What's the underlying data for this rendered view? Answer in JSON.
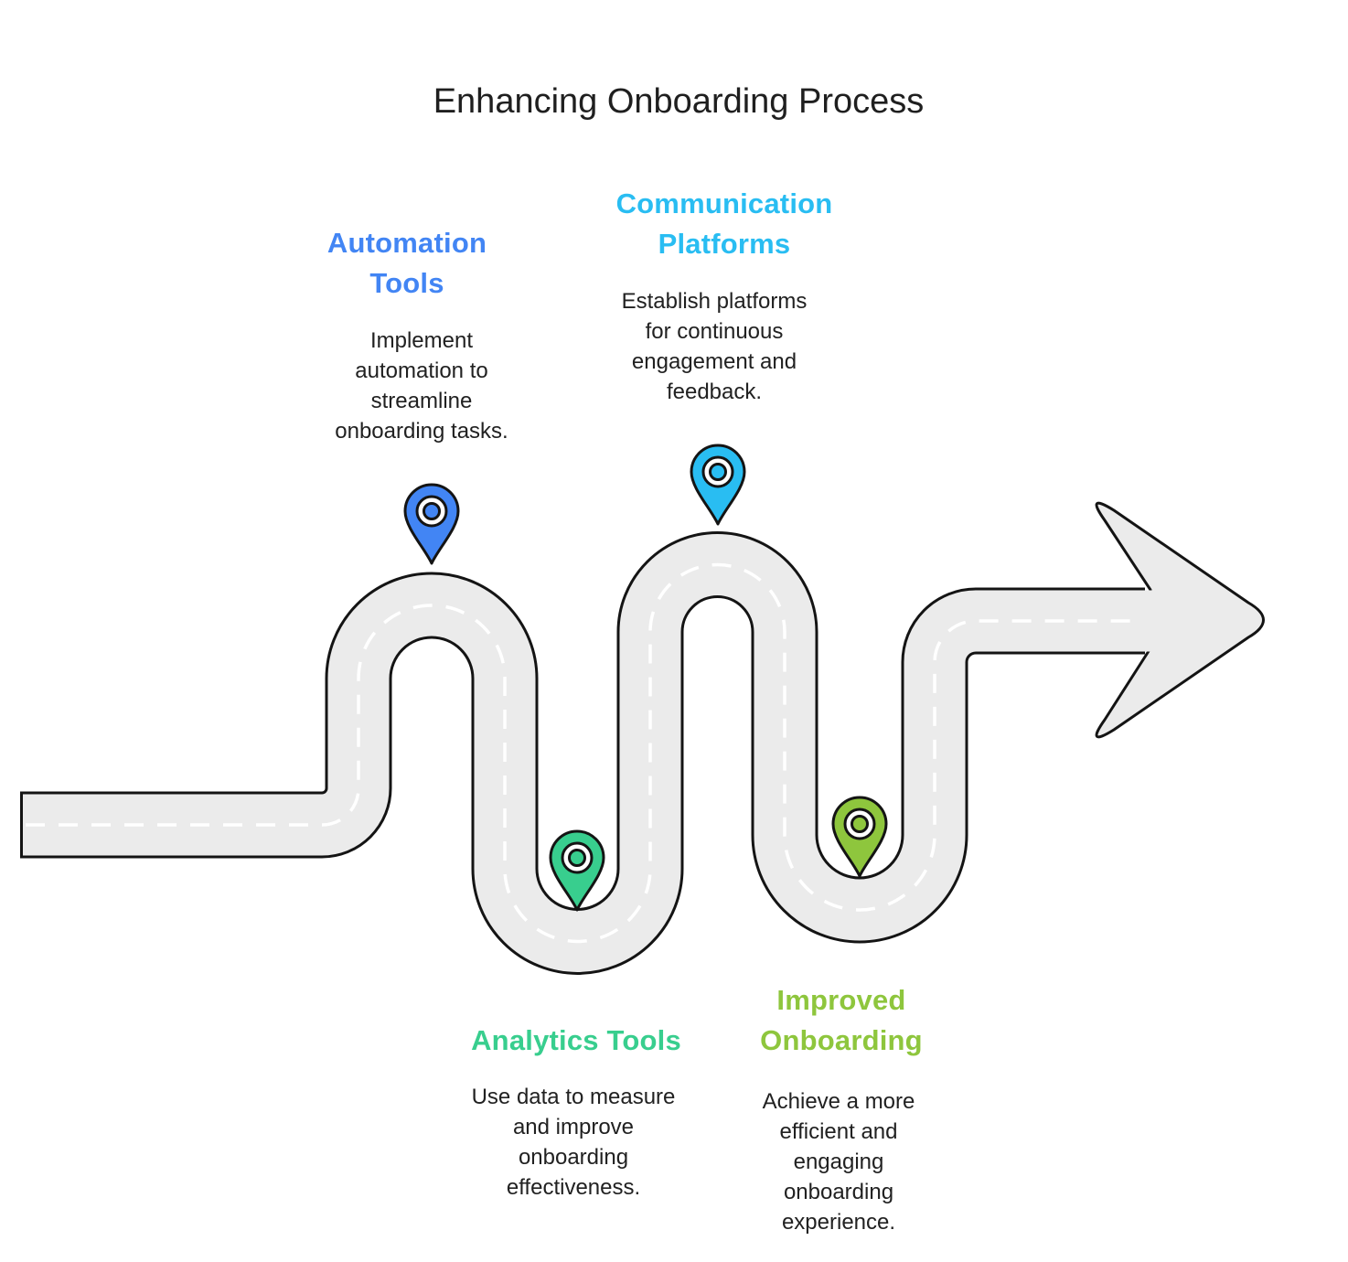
{
  "title": "Enhancing Onboarding Process",
  "title_color": "#1f1f1f",
  "body_text_color": "#212121",
  "road": {
    "surface": "#ebebeb",
    "outline": "#141414",
    "centerline": "#ffffff"
  },
  "milestones": [
    {
      "name": "automation-tools",
      "heading": "Automation\nTools",
      "description": "Implement\nautomation to\nstreamline\nonboarding tasks.",
      "color": "#4285f4"
    },
    {
      "name": "communication-platforms",
      "heading": "Communication\nPlatforms",
      "description": "Establish platforms\nfor continuous\nengagement and\nfeedback.",
      "color": "#29bdf2"
    },
    {
      "name": "analytics-tools",
      "heading": "Analytics Tools",
      "description": "Use data to measure\nand improve\nonboarding\neffectiveness.",
      "color": "#38ce8e"
    },
    {
      "name": "improved-onboarding",
      "heading": "Improved\nOnboarding",
      "description": "Achieve a more\nefficient and\nengaging\nonboarding\nexperience.",
      "color": "#8ec63d"
    }
  ]
}
